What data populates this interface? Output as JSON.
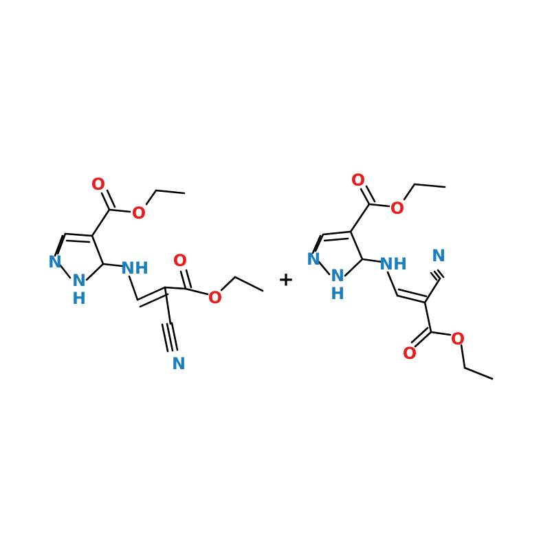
{
  "colors": {
    "nitrogen": "#1a7fbf",
    "oxygen": "#e81d1d",
    "bond": "#000000",
    "background": "#ffffff"
  },
  "reaction_operator": "+",
  "molecules": [
    {
      "labels": {
        "ester_top_O_carbonyl": "O",
        "ester_top_O_ether": "O",
        "ring_N_left": "N",
        "ring_N_H": "N",
        "ring_H": "H",
        "amine_NH": "NH",
        "ester_right_O_carbonyl": "O",
        "ester_right_O_ether": "O",
        "nitrile_N": "N"
      }
    },
    {
      "labels": {
        "ester_top_O_carbonyl": "O",
        "ester_top_O_ether": "O",
        "ring_N_left": "N",
        "ring_N_H": "N",
        "ring_H": "H",
        "amine_NH": "NH",
        "nitrile_N": "N",
        "ester_bottom_O_carbonyl": "O",
        "ester_bottom_O_ether": "O"
      }
    }
  ]
}
